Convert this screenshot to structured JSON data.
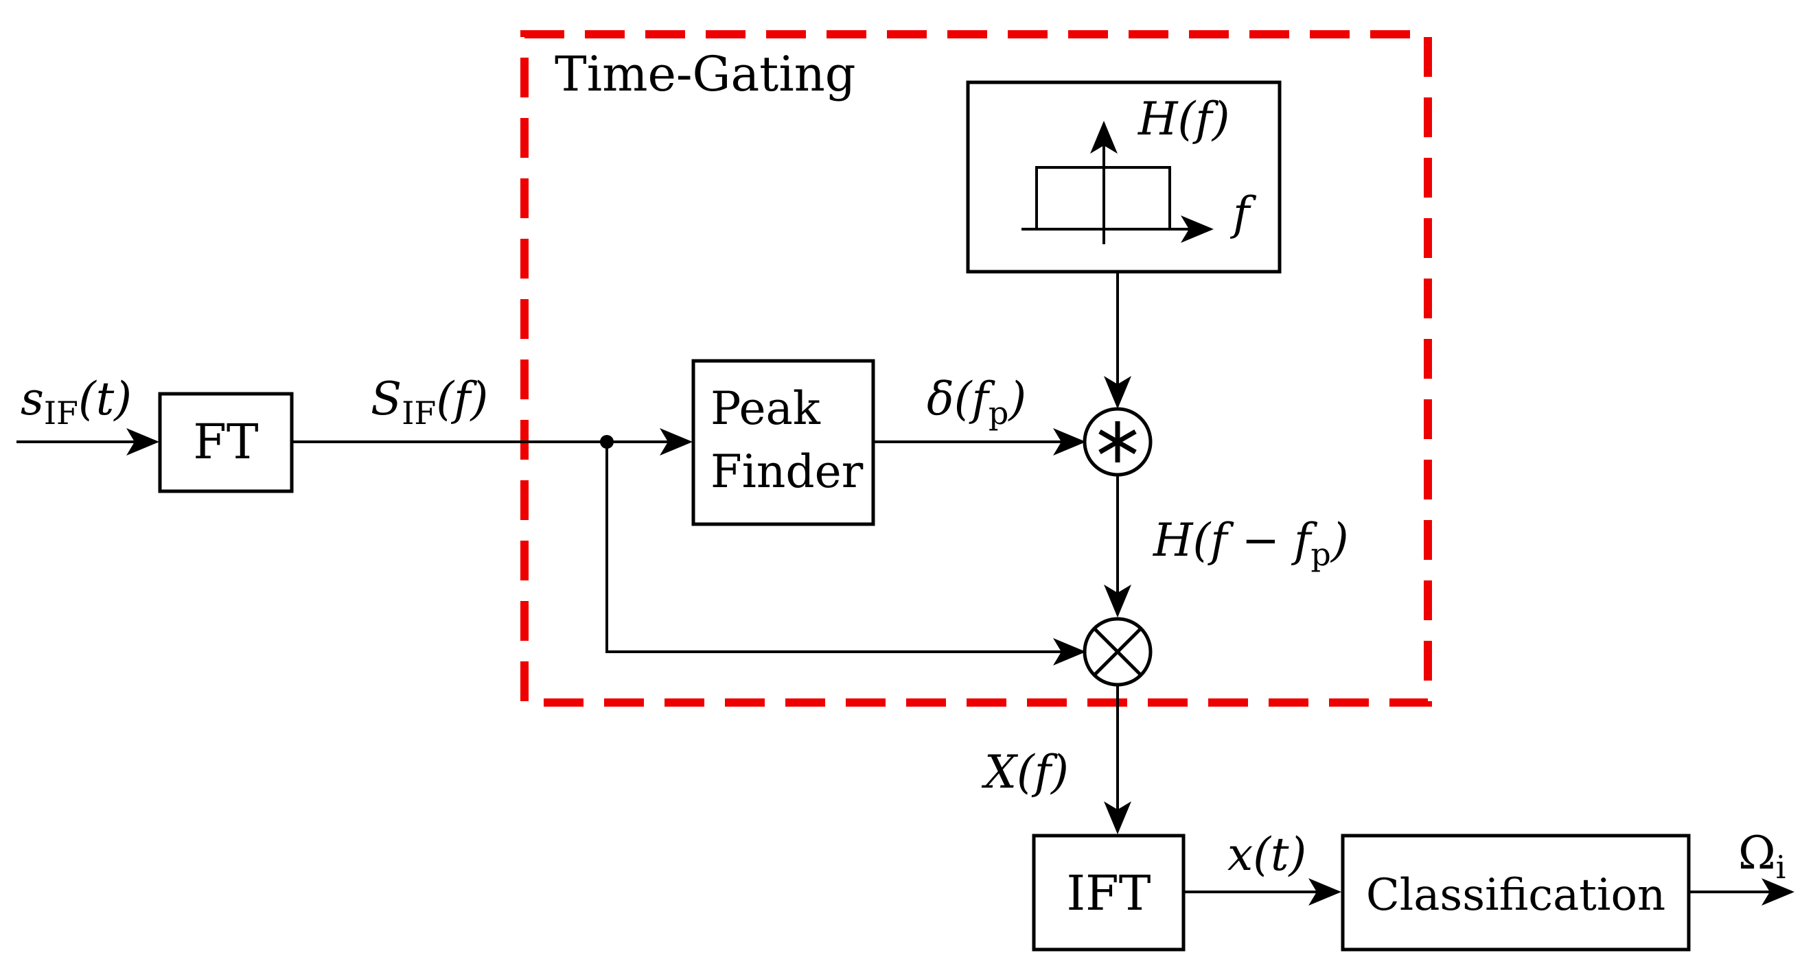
{
  "gate": {
    "title": "Time-Gating",
    "color": "#ee0000"
  },
  "blocks": {
    "ft": "FT",
    "peak_line1": "Peak",
    "peak_line2": "Finder",
    "ift": "IFT",
    "classification": "Classification"
  },
  "signals": {
    "input_main": "s",
    "input_sub": "IF",
    "input_arg": "(t)",
    "spectrum_main": "S",
    "spectrum_sub": "IF",
    "spectrum_arg": "(f)",
    "delta_main": "δ(f",
    "delta_sub": "p",
    "delta_close": ")",
    "shifted_main": "H(f − f",
    "shifted_sub": "p",
    "shifted_close": ")",
    "gated": "X(f)",
    "time_out": "x(t)",
    "output_main": "Ω",
    "output_sub": "i"
  },
  "filter": {
    "y_axis": "H(f)",
    "x_axis": "f"
  },
  "operators": {
    "convolution": "✱",
    "multiplication": "×"
  }
}
